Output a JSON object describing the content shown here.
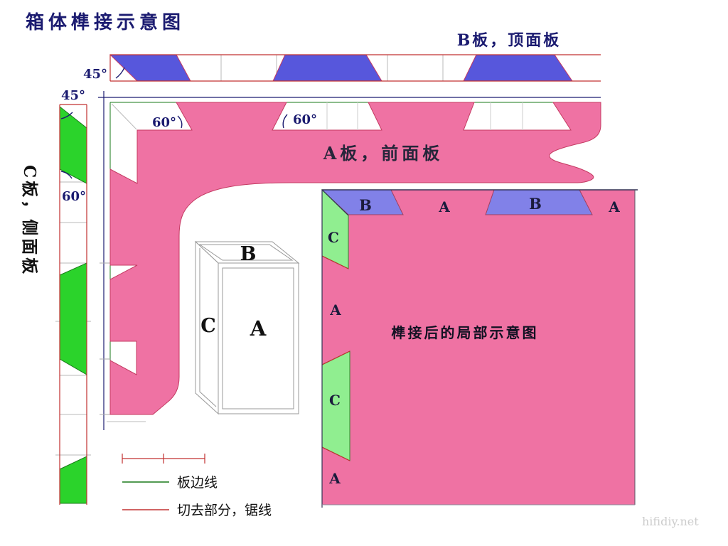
{
  "title": "箱体榫接示意图",
  "watermark": "hifidiy.net",
  "colors": {
    "pink": "#ef72a3",
    "pink_edge": "#c43a62",
    "blue_strip": "#5757dc",
    "blue_assembled": "#8181e8",
    "green_strip": "#2bd32b",
    "green_assembled": "#90ee90",
    "green_edge": "#1a7a1a",
    "red_line": "#c23030",
    "navy": "#1b1b70",
    "grid_gray": "#b8b8b8",
    "box_outline": "#999999",
    "text_dark": "#26263a",
    "assembled_border": "#333355",
    "watermark_gray": "#cccccc"
  },
  "labels": {
    "b_board": "B板，顶面板",
    "a_board": "A板，前面板",
    "c_board": "C板，侧面板",
    "assembled_caption": "榫接后的局部示意图"
  },
  "angles": {
    "top_strip_45": "45°",
    "side_strip_45": "45°",
    "side_strip_60": "60°",
    "notch_60_left": "60°",
    "notch_60_right": "60°"
  },
  "legend": {
    "edge_line": "板边线",
    "cut_line": "切去部分，锯线"
  },
  "box3d": {
    "top": "B",
    "side": "C",
    "front": "A"
  },
  "assembled": {
    "top_letters": [
      "B",
      "A",
      "B",
      "A"
    ],
    "left_letters": [
      "C",
      "A",
      "C",
      "A"
    ]
  }
}
